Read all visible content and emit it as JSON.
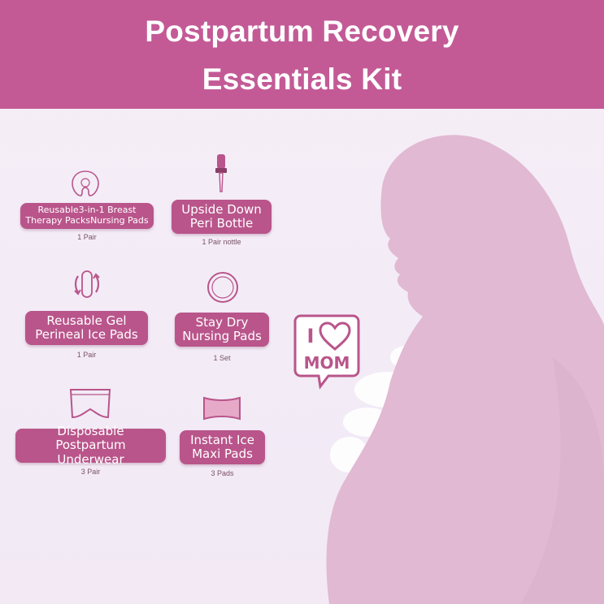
{
  "header": {
    "title_line1": "Postpartum Recovery",
    "title_line2": "Essentials Kit"
  },
  "items": [
    {
      "label_line1": "Reusable3-in-1 Breast",
      "label_line2": "Therapy PacksNursing Pads",
      "quantity": "1 Pair",
      "icon": "breast-pad-icon"
    },
    {
      "label_line1": "Upside Down",
      "label_line2": "Peri Bottle",
      "quantity": "1 Pair nottle",
      "icon": "peri-bottle-icon"
    },
    {
      "label_line1": "Reusable Gel",
      "label_line2": "Perineal Ice Pads",
      "quantity": "1 Pair",
      "icon": "ice-pad-icon"
    },
    {
      "label_line1": "Stay Dry",
      "label_line2": "Nursing Pads",
      "quantity": "1 Set",
      "icon": "nursing-pad-icon"
    },
    {
      "label_line1": "Disposable",
      "label_line2": "Postpartum Underwear",
      "quantity": "3 Pair",
      "icon": "underwear-icon"
    },
    {
      "label_line1": "Instant Ice",
      "label_line2": "Maxi Pads",
      "quantity": "3 Pads",
      "icon": "maxi-pad-icon"
    }
  ],
  "badge": {
    "line1": "I",
    "line2": "MOM",
    "icon": "heart-icon"
  },
  "colors": {
    "header": "#c35a96",
    "pill": "#b9558b",
    "silhouette": "#e1b9d2",
    "flowers": "#ffffff"
  }
}
